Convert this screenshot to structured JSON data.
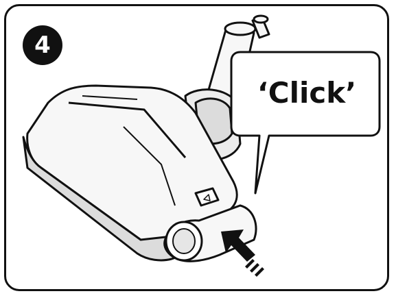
{
  "step": {
    "number": "4"
  },
  "callout": {
    "text": "‘Click’"
  },
  "colors": {
    "ink": "#111111",
    "body_fill": "#f7f7f7",
    "shade": "#dcdcdc"
  },
  "icons": [
    "vacuum-brush-head-illustration",
    "push-arrow-icon",
    "release-button-icon"
  ]
}
